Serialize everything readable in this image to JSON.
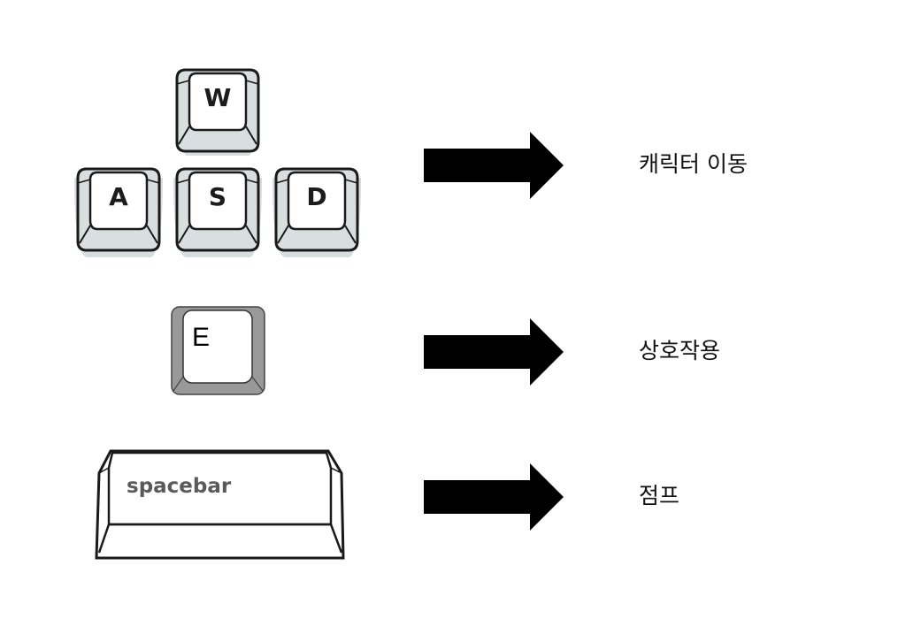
{
  "rows": {
    "movement": {
      "keys": [
        "W",
        "A",
        "S",
        "D"
      ],
      "description": "캐릭터 이동"
    },
    "interact": {
      "key": "E",
      "description": "상호작용"
    },
    "jump": {
      "key": "spacebar",
      "description": "점프"
    }
  },
  "icons": {
    "arrow": "right-arrow-icon"
  },
  "colors": {
    "wasd_key_face": "#ffffff",
    "wasd_key_side": "#d9dee0",
    "wasd_key_shadow": "#d7dcde",
    "e_key_side": "#999999",
    "outline": "#1a1a1a",
    "arrow": "#000000"
  }
}
